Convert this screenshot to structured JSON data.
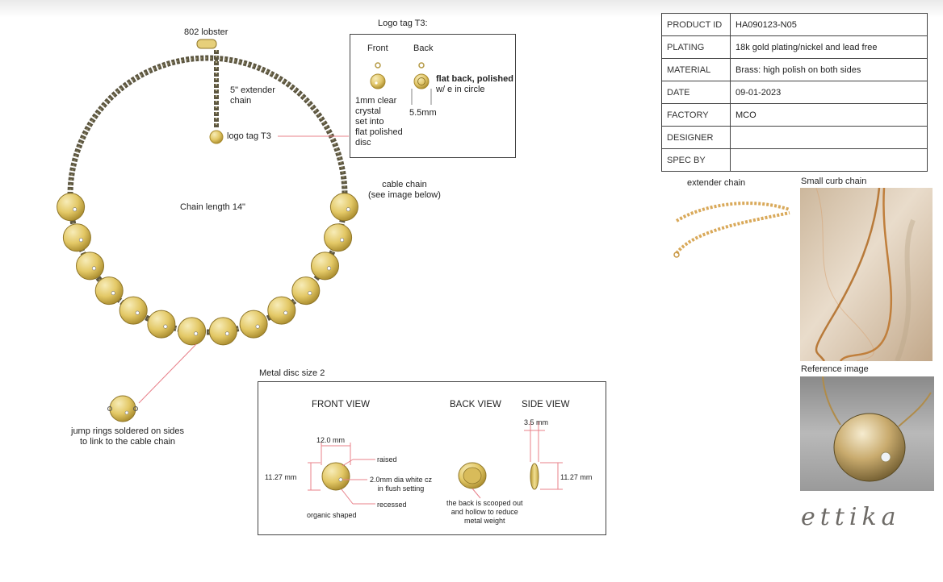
{
  "necklace": {
    "lobster_label": "802 lobster",
    "extender_label": "5\" extender\nchain",
    "logo_tag_label": "logo tag T3",
    "chain_length_label": "Chain length 14\"",
    "cable_chain_label": "cable chain\n(see image below)",
    "jump_rings_label": "jump rings soldered on sides\nto link to the cable chain"
  },
  "logo_tag": {
    "title": "Logo tag T3:",
    "front_label": "Front",
    "back_label": "Back",
    "front_note": "1mm clear\ncrystal\nset into\nflat polished\ndisc",
    "back_note_bold": "flat back, polished",
    "back_note": "w/ e in circle",
    "size_label": "5.5mm"
  },
  "spec_table": [
    {
      "key": "PRODUCT ID",
      "value": "HA090123-N05"
    },
    {
      "key": "PLATING",
      "value": "18k gold plating/nickel and lead free"
    },
    {
      "key": "MATERIAL",
      "value": "Brass: high polish on both sides"
    },
    {
      "key": "DATE",
      "value": "09-01-2023"
    },
    {
      "key": "FACTORY",
      "value": "MCO"
    },
    {
      "key": "DESIGNER",
      "value": ""
    },
    {
      "key": "SPEC BY",
      "value": ""
    }
  ],
  "side_images": {
    "extender_label": "extender chain",
    "curb_label": "Small curb chain",
    "reference_label": "Reference image"
  },
  "disc": {
    "section_title": "Metal disc size 2",
    "front_view": "FRONT VIEW",
    "back_view": "BACK VIEW",
    "side_view": "SIDE VIEW",
    "width_label": "12.0 mm",
    "height_label": "11.27 mm",
    "raised_label": "raised",
    "cz_label": "2.0mm dia white cz\nin flush setting",
    "recessed_label": "recessed",
    "organic_label": "organic shaped",
    "back_note": "the back is scooped out\nand hollow to reduce\nmetal weight",
    "thickness_label": "3.5 mm",
    "side_height_label": "11.27 mm"
  },
  "brand": "ettika",
  "colors": {
    "gold_light": "#f3e4a0",
    "gold": "#d9bd5a",
    "gold_dark": "#8f7628",
    "chain": "#5c5640",
    "leader": "#e8808a"
  }
}
